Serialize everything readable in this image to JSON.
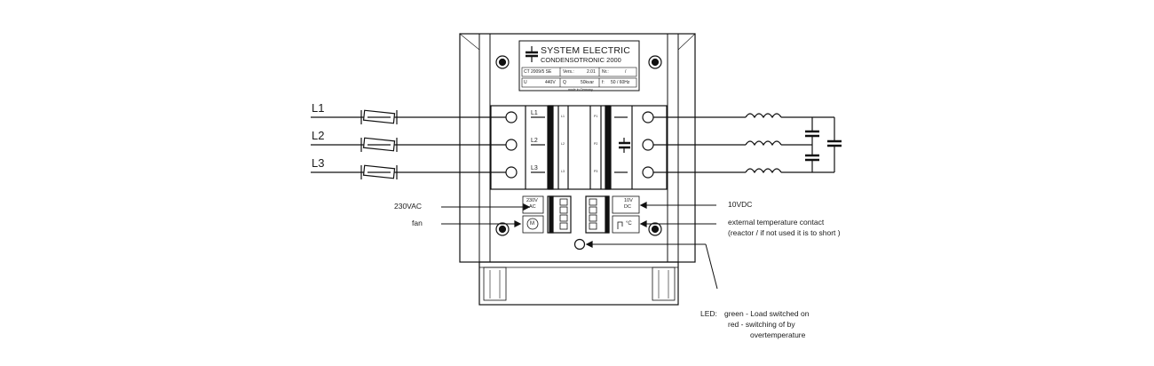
{
  "nameplate": {
    "brand_line1": "SYSTEM ELECTRIC",
    "brand_line2": "CONDENSOTRONIC 2000",
    "type_field": "CT 2009/5 SE",
    "version_label": "Vers.:",
    "version_value": "2.01",
    "number_label": "Nr.:",
    "number_value": "/",
    "voltage_label": "U",
    "voltage_value": "440V",
    "power_label": "Q",
    "power_value": "50kvar",
    "freq_label": "f:",
    "freq_value": "50 / 60Hz",
    "origin": "made in Germany"
  },
  "phases": [
    "L1",
    "L2",
    "L3"
  ],
  "terminal_labels": {
    "left": [
      "L1",
      "L2",
      "L3"
    ],
    "small_left": [
      "L1",
      "L2",
      "L3"
    ],
    "small_right": [
      "P1",
      "P2",
      "P3"
    ]
  },
  "connector_boxes": {
    "ac_line1": "230V",
    "ac_line2": "AC",
    "fan_symbol": "M",
    "dc_line1": "10V",
    "dc_line2": "DC",
    "temp_symbol": "°C"
  },
  "labels": {
    "vac": "230VAC",
    "fan": "fan",
    "vdc": "10VDC",
    "ext_temp_line1": "external temperature contact",
    "ext_temp_line2": "(reactor / if not used it is to short )"
  },
  "led_legend": {
    "prefix": "LED:",
    "green": "green - Load switched on",
    "red_line1": "red - switching of by",
    "red_line2": "overtemperature"
  }
}
